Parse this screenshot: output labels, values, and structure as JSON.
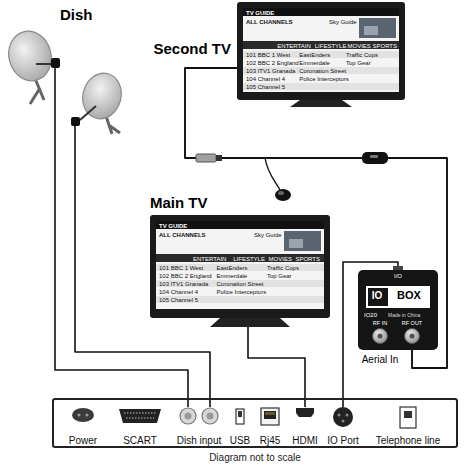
{
  "diagram": {
    "caption": "Diagram not to scale",
    "nodes": [
      {
        "text": [
          "Dish"
        ]
      },
      {
        "text": [
          "Second TV"
        ]
      },
      {
        "text": [
          "Main TV"
        ]
      },
      {
        "text": [
          "I/O",
          "IO",
          "BOX",
          "IO20",
          "Made in China",
          "RF IN",
          "RF OUT",
          "Aerial In"
        ]
      },
      {
        "text": []
      },
      {
        "text": [
          "Power"
        ],
        "in": 4
      },
      {
        "text": [
          "SCART"
        ],
        "in": 4
      },
      {
        "text": [
          "Dish input"
        ],
        "in": 4
      },
      {
        "text": [
          "USB"
        ],
        "in": 4
      },
      {
        "text": [
          "Rj45"
        ],
        "in": 4
      },
      {
        "text": [
          "HDMI"
        ],
        "in": 4
      },
      {
        "text": [
          "IO Port"
        ],
        "in": 4
      },
      {
        "text": [
          "Telephone line"
        ],
        "in": 4
      }
    ],
    "edges": [
      {
        "from": 0,
        "to": 7,
        "arrow": "none"
      },
      {
        "from": 0,
        "to": 7,
        "arrow": "none"
      },
      {
        "from": 2,
        "to": 10,
        "arrow": "none"
      },
      {
        "from": 11,
        "to": 3,
        "arrow": "none"
      },
      {
        "from": 3,
        "to": 1,
        "arrow": "none"
      }
    ],
    "labels": [
      "TV GUIDE",
      "Sky Guide",
      "ALL CHANNELS",
      "ENTERTAIN",
      "LIFESTYLE",
      "MOVIES",
      "SPORTS",
      "101 BBC 1 West",
      "102 BBC 2 England",
      "103 ITV1 Granada",
      "104 Channel 4",
      "105 Channel 5",
      "EastEnders",
      "Emmerdale",
      "Coronation Street",
      "Traffic Cops",
      "Top Gear",
      "Police Interceptors",
      "TV GUIDE",
      "Sky Guide",
      "ALL CHANNELS",
      "ENTERTAIN",
      "LIFESTYLE",
      "MOVIES",
      "SPORTS",
      "101 BBC 1 West",
      "102 BBC 2 England",
      "103 ITV1 Granada",
      "104 Channel 4",
      "105 Channel 5",
      "EastEnders",
      "Emmerdale",
      "Coronation Street",
      "Traffic Cops",
      "Top Gear",
      "Police Interceptors"
    ]
  }
}
